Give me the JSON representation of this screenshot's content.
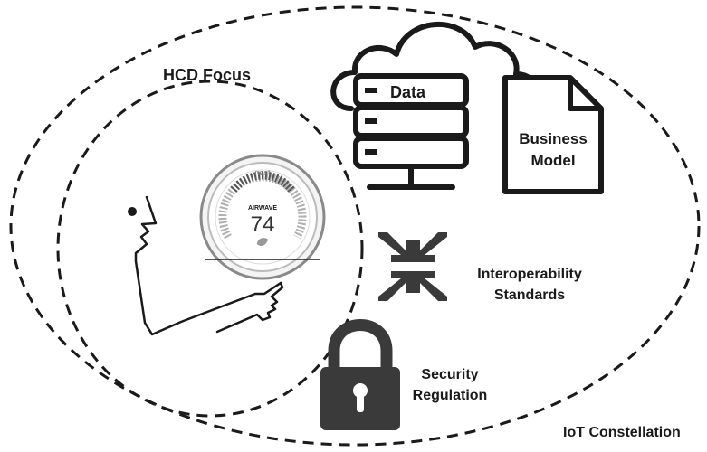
{
  "labels": {
    "hcd_focus": "HCD Focus",
    "iot_constellation": "IoT Constellation",
    "data": "Data",
    "business_line1": "Business",
    "business_line2": "Model",
    "interop_line1": "Interoperability",
    "interop_line2": "Standards",
    "security_line1": "Security",
    "security_line2": "Regulation",
    "thermostat_brand": "nest",
    "thermostat_mode": "AIRWAVE",
    "thermostat_temp": "74"
  },
  "icons": {
    "cloud_server": "cloud-server-icon",
    "document": "document-icon",
    "arrows": "inward-arrows-icon",
    "lock": "padlock-icon",
    "thermostat": "thermostat-icon",
    "person": "person-profile-icon"
  },
  "colors": {
    "ink": "#1a1a1a",
    "icon_fill": "#3a3a3a",
    "background": "#ffffff"
  }
}
